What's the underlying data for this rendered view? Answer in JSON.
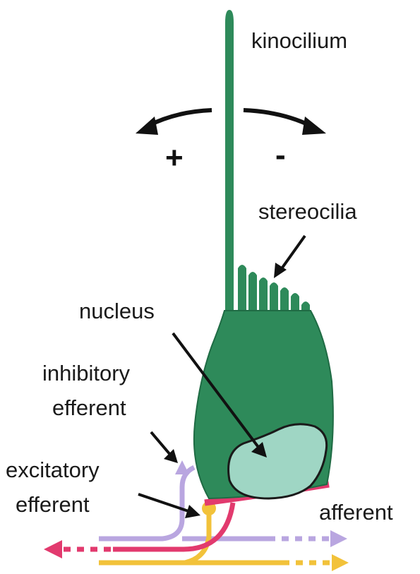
{
  "labels": {
    "kinocilium": "kinocilium",
    "plus": "+",
    "minus": "-",
    "stereocilia": "stereocilia",
    "nucleus": "nucleus",
    "inhibitory_line1": "inhibitory",
    "inhibitory_line2": "efferent",
    "excitatory_line1": "excitatory",
    "excitatory_line2": "efferent",
    "afferent": "afferent"
  },
  "colors": {
    "cell_body": "#2e8a5a",
    "cell_outline": "#1f6b44",
    "nucleus_fill": "#9fd6c4",
    "inhibitory_efferent": "#b9a6e0",
    "excitatory_efferent": "#f2c23a",
    "afferent": "#e23a6e",
    "arrow": "#111111"
  },
  "icons": {
    "deflection_arrows": "curved-double-arrow-icon",
    "pointer_arrows": "pointer-arrow-icon"
  }
}
